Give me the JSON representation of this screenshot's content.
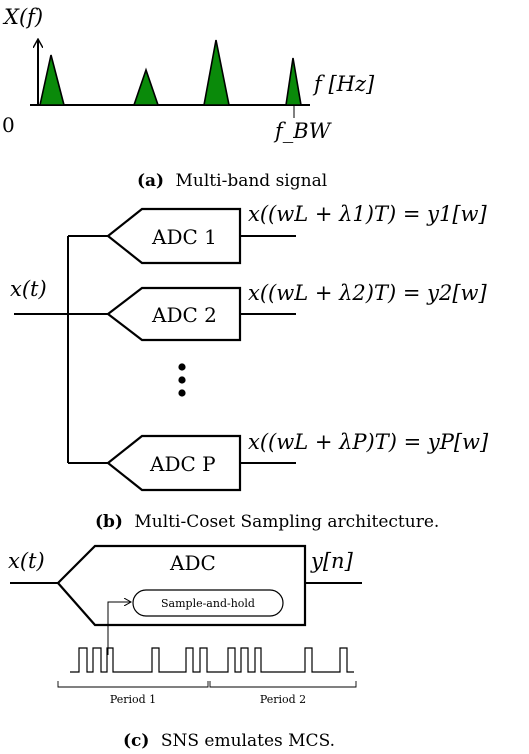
{
  "panel_a": {
    "ylabel": "X(f)",
    "xlabel": "f [Hz]",
    "tick_zero": "0",
    "tick_bw": "f_BW",
    "caption_tag": "(a)",
    "caption_text": "Multi-band signal",
    "band_color": "#0a8a0a"
  },
  "panel_b": {
    "input_label": "x(t)",
    "adcs": [
      {
        "label": "ADC 1",
        "output": "x((wL + λ1)T) = y1[w]"
      },
      {
        "label": "ADC 2",
        "output": "x((wL + λ2)T) = y2[w]"
      },
      {
        "label": "ADC P",
        "output": "x((wL + λP)T) = yP[w]"
      }
    ],
    "caption_tag": "(b)",
    "caption_text": "Multi-Coset Sampling architecture."
  },
  "panel_c": {
    "input_label": "x(t)",
    "adc_label": "ADC",
    "output_label": "y[n]",
    "sample_hold_label": "Sample-and-hold",
    "period_1": "Period 1",
    "period_2": "Period 2",
    "caption_tag": "(c)",
    "caption_text": "SNS emulates MCS."
  }
}
